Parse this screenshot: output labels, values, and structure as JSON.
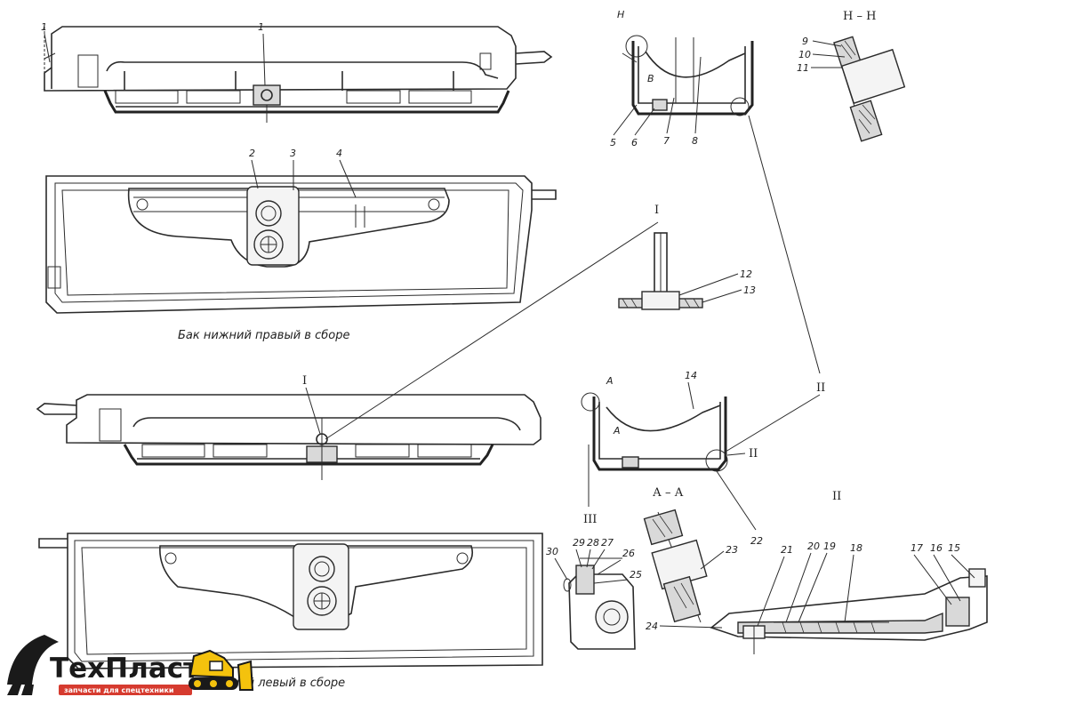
{
  "captions": {
    "right_tank": "Бак нижний правый в сборе",
    "left_tank": "нижний левый в сборе"
  },
  "section_labels": {
    "nn": "Н – Н",
    "aa": "А – А",
    "I_top": "I",
    "I_mid": "I",
    "II_a": "II",
    "II_b": "II",
    "II_c": "II",
    "III": "III"
  },
  "view_marks": {
    "N_top": "Н",
    "B": "В",
    "A_top": "А",
    "A_low": "А"
  },
  "callouts": {
    "c1a": "1",
    "c1b": "1",
    "c2": "2",
    "c3": "3",
    "c4": "4",
    "c5": "5",
    "c6": "6",
    "c7": "7",
    "c8": "8",
    "c9": "9",
    "c10": "10",
    "c11": "11",
    "c12": "12",
    "c13": "13",
    "c14": "14",
    "c15": "15",
    "c16": "16",
    "c17": "17",
    "c18": "18",
    "c19": "19",
    "c20": "20",
    "c21": "21",
    "c22": "22",
    "c23": "23",
    "c24": "24",
    "c25": "25",
    "c26": "26",
    "c27": "27",
    "c28": "28",
    "c29": "29",
    "c30": "30"
  },
  "logo": {
    "word": "ТехПласт",
    "sub": "запчасти для спецтехники",
    "colors": {
      "yellow": "#f4c20d",
      "dark": "#1a1a1a",
      "red": "#d63b2f"
    }
  }
}
